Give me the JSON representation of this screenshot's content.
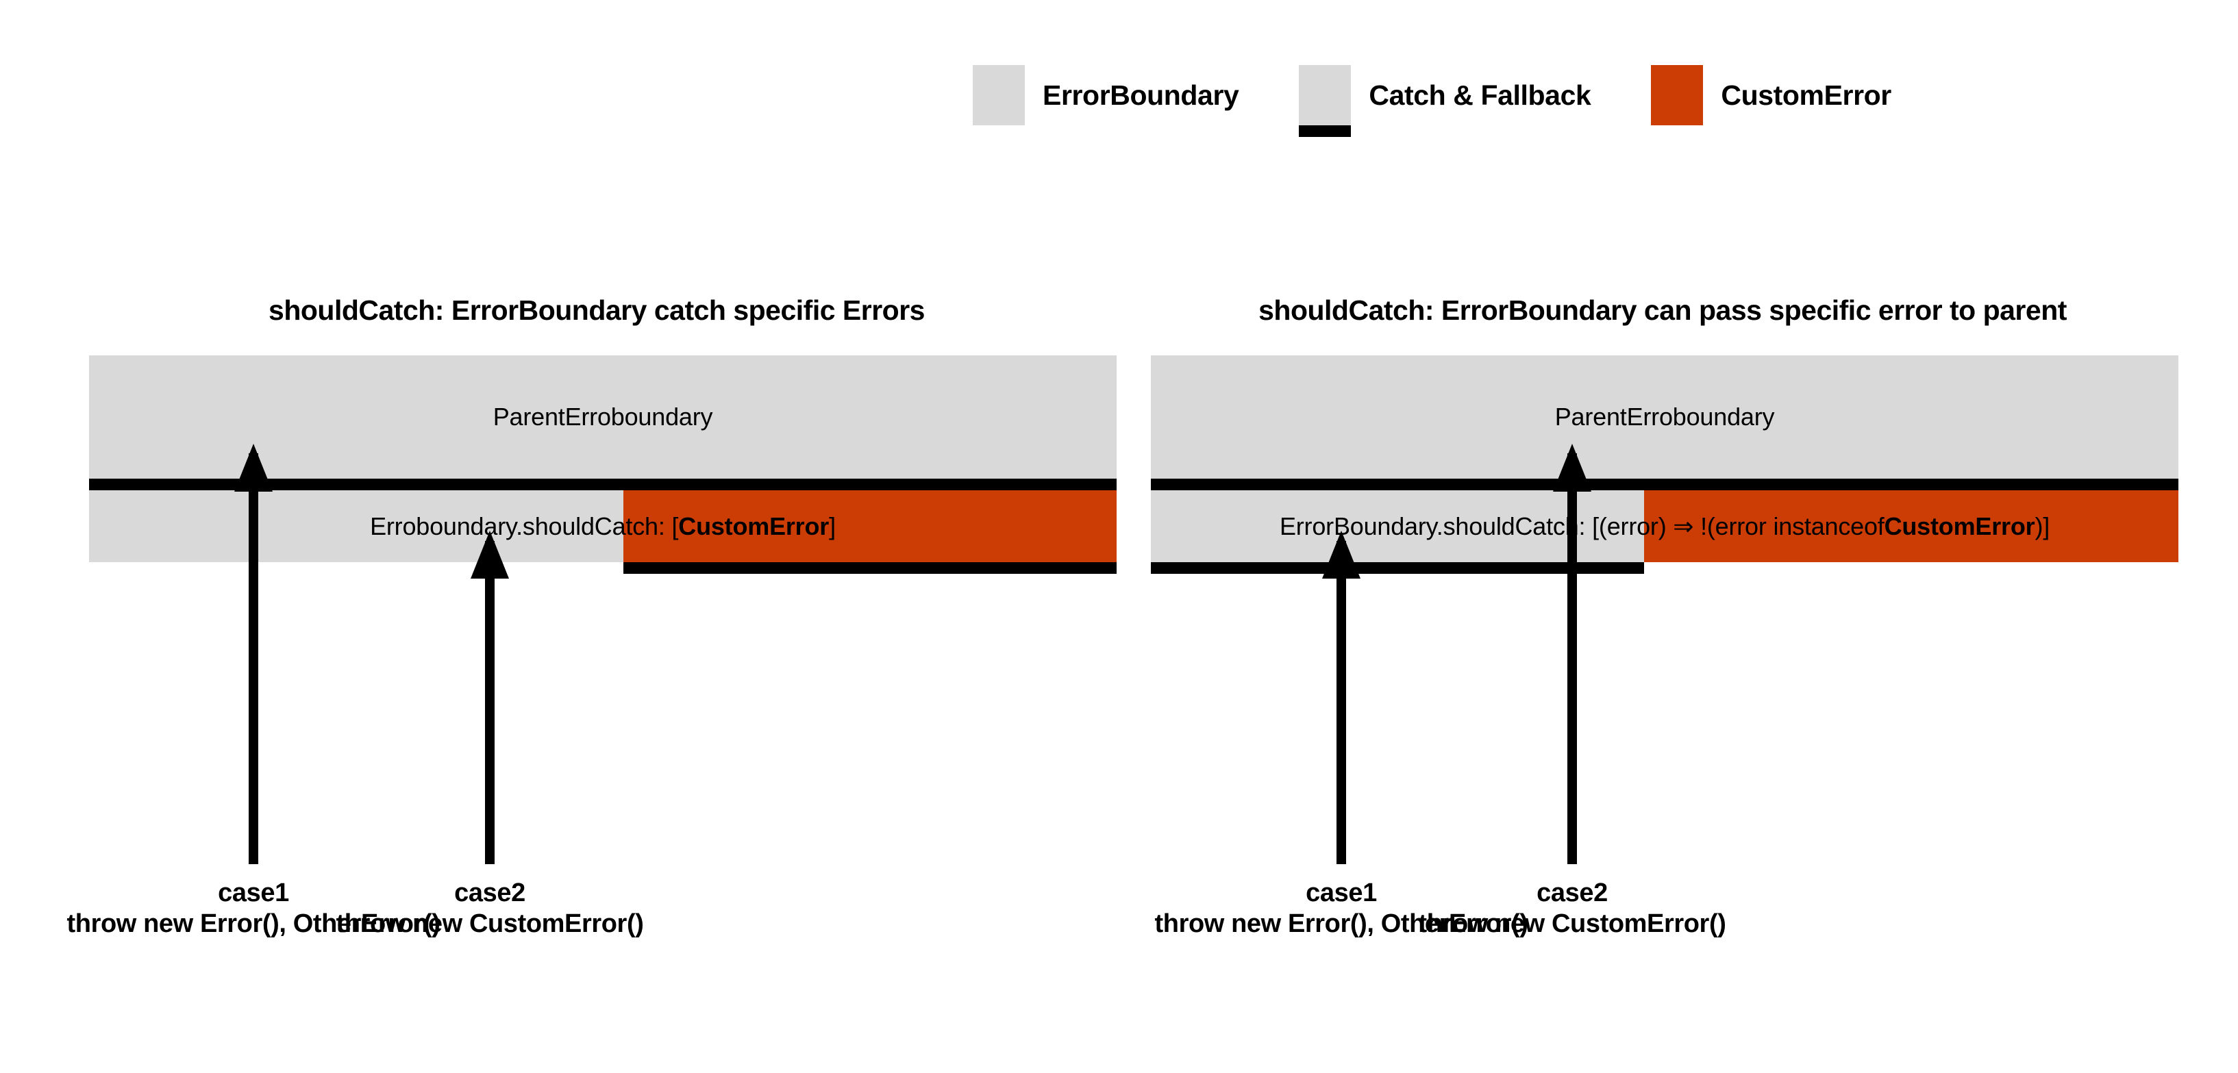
{
  "colors": {
    "gray": "#d9d9d9",
    "orange": "#cc3d06",
    "black": "#000000",
    "background": "#ffffff"
  },
  "legend": {
    "items": [
      {
        "label": "ErrorBoundary",
        "swatch": "gray",
        "icon": "gray-square-swatch"
      },
      {
        "label": "Catch & Fallback",
        "swatch": "gray-bar",
        "icon": "gray-square-with-black-bar-swatch"
      },
      {
        "label": "CustomError",
        "swatch": "orange",
        "icon": "orange-square-swatch"
      }
    ]
  },
  "panels": [
    {
      "id": "left",
      "title": "shouldCatch: ErrorBoundary catch specific Errors",
      "parent_label": "ParentErroboundary",
      "child_text_prefix": "Erroboundary.shouldCatch: [",
      "child_text_bold": "CustomError",
      "child_text_suffix": "]",
      "orange_start_pct": 52,
      "bottom_bar_side": "right",
      "arrows": [
        {
          "name": "case1",
          "x_pct": 16.0,
          "target": "top-divider-bar"
        },
        {
          "name": "case2",
          "x_pct": 39.0,
          "target": "bottom-bar"
        }
      ],
      "captions": [
        {
          "line1": "case1",
          "line2": "throw new Error(), OtherError()",
          "x_pct": 16.0
        },
        {
          "line1": "case2",
          "line2": "throw new CustomError()",
          "x_pct": 39.0
        }
      ]
    },
    {
      "id": "right",
      "title": "shouldCatch: ErrorBoundary can pass specific error to parent",
      "parent_label": "ParentErroboundary",
      "child_text_prefix": "ErrorBoundary.shouldCatch: [(error) ⇒ !(error instanceof ",
      "child_text_bold": "CustomError",
      "child_text_suffix": ")]",
      "orange_start_pct": 48,
      "bottom_bar_side": "left",
      "arrows": [
        {
          "name": "case1",
          "x_pct": 18.5,
          "target": "bottom-bar"
        },
        {
          "name": "case2",
          "x_pct": 41.0,
          "target": "top-divider-bar"
        }
      ],
      "captions": [
        {
          "line1": "case1",
          "line2": "throw new Error(), OtherError()",
          "x_pct": 18.5
        },
        {
          "line1": "case2",
          "line2": "throw new CustomError()",
          "x_pct": 41.0
        }
      ]
    }
  ]
}
